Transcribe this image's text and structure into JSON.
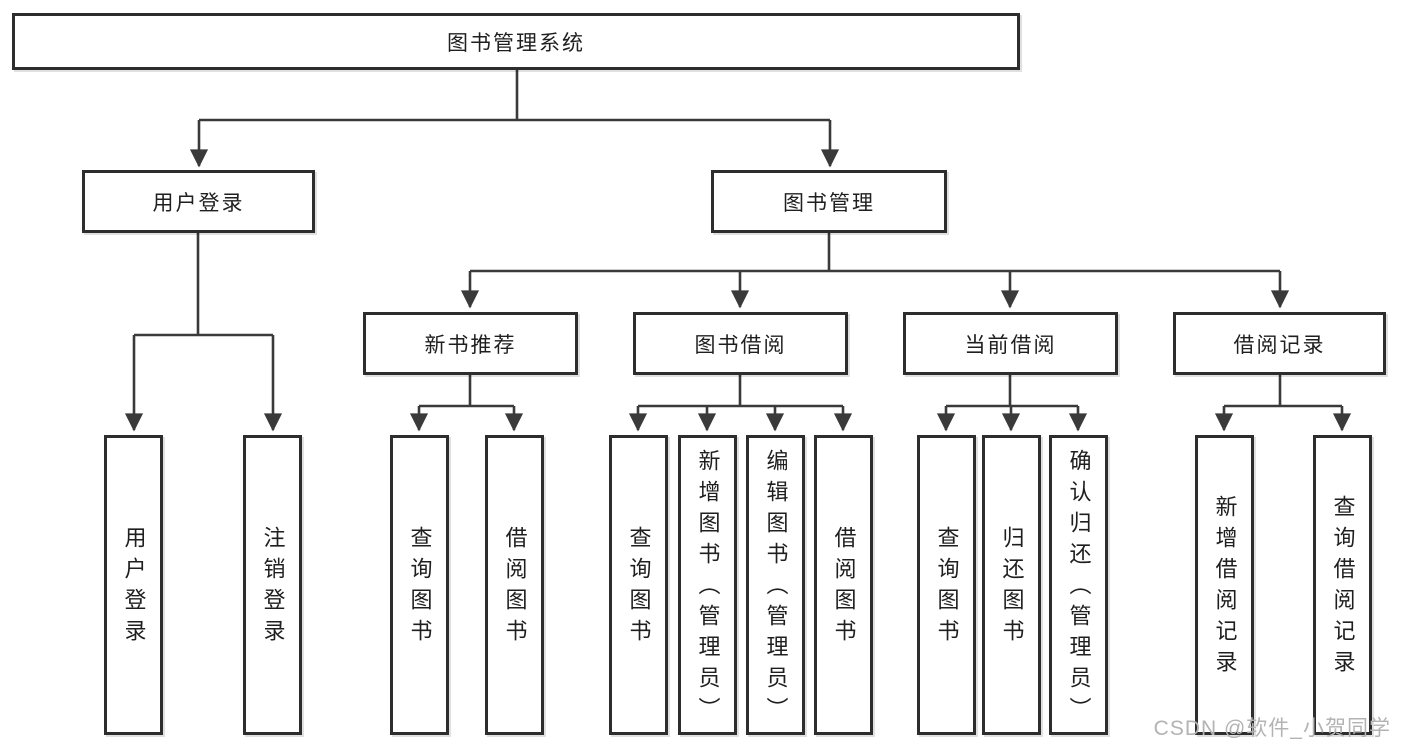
{
  "root": {
    "label": "图书管理系统"
  },
  "branches": [
    {
      "label": "用户登录",
      "children": [
        {
          "label": "用户登录"
        },
        {
          "label": "注销登录"
        }
      ]
    },
    {
      "label": "图书管理",
      "children": [
        {
          "label": "新书推荐",
          "children": [
            {
              "label": "查询图书"
            },
            {
              "label": "借阅图书"
            }
          ]
        },
        {
          "label": "图书借阅",
          "children": [
            {
              "label": "查询图书"
            },
            {
              "label": "新增图书（管理员）"
            },
            {
              "label": "编辑图书（管理员）"
            },
            {
              "label": "借阅图书"
            }
          ]
        },
        {
          "label": "当前借阅",
          "children": [
            {
              "label": "查询图书"
            },
            {
              "label": "归还图书"
            },
            {
              "label": "确认归还（管理员）"
            }
          ]
        },
        {
          "label": "借阅记录",
          "children": [
            {
              "label": "新增借阅记录"
            },
            {
              "label": "查询借阅记录"
            }
          ]
        }
      ]
    }
  ],
  "watermark": "CSDN @软件_小贺同学",
  "colors": {
    "line": "#3a3a3a",
    "border": "#2d2d2d",
    "text": "#1f1f1f",
    "watermark": "#b3b3b3",
    "bg": "#ffffff"
  }
}
